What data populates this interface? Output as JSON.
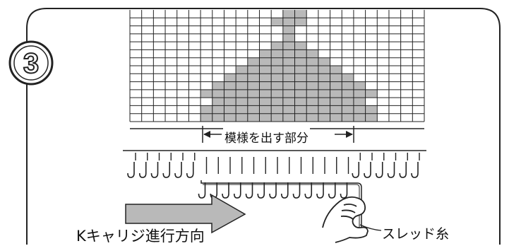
{
  "step_number": "3",
  "pattern_area_label": "模様を出す部分",
  "carriage_direction_label": "Kキャリジ進行方向",
  "thread_label": "スレッド糸",
  "colors": {
    "ink": "#222222",
    "fill": "#b9b9b9",
    "paper": "#ffffff"
  },
  "grid": {
    "columns": 25,
    "rows": 14,
    "filled_cells_per_row": [
      [
        13,
        14
      ],
      [
        12,
        13,
        14
      ],
      [
        13
      ],
      [
        13
      ],
      [
        12,
        13,
        14
      ],
      [
        11,
        12,
        13,
        14,
        15
      ],
      [
        10,
        11,
        12,
        13,
        14,
        15,
        16
      ],
      [
        9,
        10,
        11,
        12,
        13,
        14,
        15,
        16,
        17
      ],
      [
        8,
        9,
        10,
        11,
        12,
        13,
        14,
        15,
        16,
        17,
        18
      ],
      [
        7,
        8,
        9,
        10,
        11,
        12,
        13,
        14,
        15,
        16,
        17,
        18,
        19
      ],
      [
        6,
        7,
        8,
        9,
        10,
        11,
        12,
        13,
        14,
        15,
        16,
        17,
        18,
        19,
        20
      ],
      [
        7,
        8,
        9,
        10,
        11,
        12,
        13,
        14,
        15,
        16,
        17,
        18,
        19
      ],
      [
        6,
        7,
        8,
        9,
        10,
        11,
        12,
        13,
        14,
        15,
        16,
        17,
        18,
        19,
        20
      ],
      [
        6,
        7,
        8,
        9,
        10,
        11,
        12,
        13,
        14,
        15,
        16,
        17,
        18,
        19,
        20
      ]
    ]
  },
  "needles": {
    "count": 25,
    "selected_first": 6,
    "selected_last": 18
  },
  "icons": [
    "step-circle-icon",
    "direction-arrow-icon",
    "hand-icon"
  ]
}
